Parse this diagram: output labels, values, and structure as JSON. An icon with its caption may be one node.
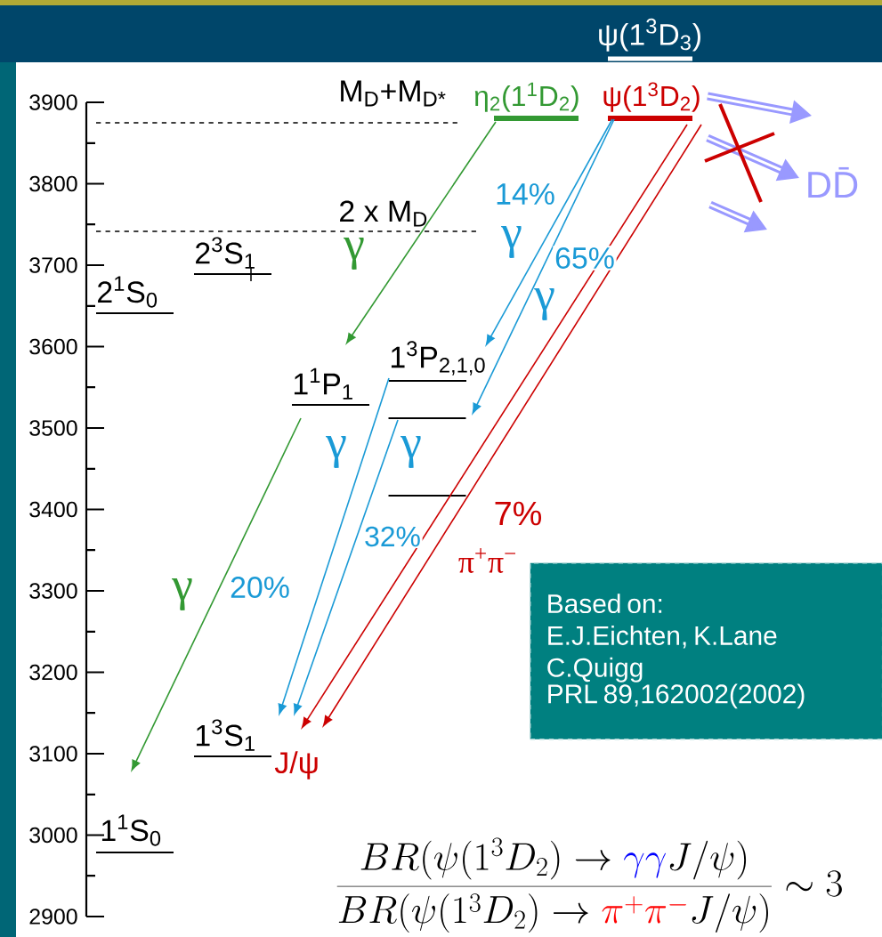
{
  "diagram": {
    "nodes": [
      {
        "text": [
          "ψ(1$^{3}$D$_{3}$)"
        ]
      },
      {
        "text": [
          "η$_{2}$(1$^{1}$D$_{2}$)"
        ]
      },
      {
        "text": [
          "ψ(1$^{3}$D$_{2}$)"
        ]
      },
      {
        "text": [
          "2$^{1}$S$_{0}$"
        ]
      },
      {
        "text": [
          "2$^{3}$S$_{1}$"
        ]
      },
      {
        "text": [
          "1$^{1}$P$_{1}$"
        ]
      },
      {
        "text": [
          "1$^{3}$P$_{2,1,0}$"
        ]
      },
      {
        "text": [],
        "shape": "bar"
      },
      {
        "text": [],
        "shape": "bar"
      },
      {
        "text": [
          "1$^{3}$S$_{1}$"
        ],
        "beside": [
          "J/ψ"
        ]
      },
      {
        "text": [
          "1$^{1}$S$_{0}$"
        ]
      },
      {
        "text": [
          "DD̄"
        ]
      },
      {
        "text": [
          "Based on:",
          "E.J.Eichten, K.Lane",
          "C.Quigg",
          "PRL 89,162002(2002)"
        ]
      }
    ],
    "edges": [
      {
        "from": 1,
        "to": 5,
        "arrow": "to",
        "color": "#339933"
      },
      {
        "from": 5,
        "to": 10,
        "arrow": "to",
        "color": "#339933"
      },
      {
        "from": 2,
        "to": 6,
        "arrow": "to",
        "label": "14%",
        "color": "#1a9ad6"
      },
      {
        "from": 2,
        "to": 7,
        "arrow": "to",
        "label": "65%",
        "color": "#1a9ad6"
      },
      {
        "from": 6,
        "to": 9,
        "arrow": "to",
        "label": "20%",
        "color": "#1a9ad6"
      },
      {
        "from": 7,
        "to": 9,
        "arrow": "to",
        "label": "32%",
        "color": "#1a9ad6"
      },
      {
        "from": 2,
        "to": 9,
        "arrow": "to",
        "label": "7%",
        "color": "#cc0000"
      },
      {
        "from": 2,
        "to": 9,
        "arrow": "to",
        "label": "π$^{+}$π$^{−}$",
        "color": "#cc0000"
      },
      {
        "from": 2,
        "to": null,
        "arrow": "to",
        "style": "thick",
        "color": "#9999ff"
      },
      {
        "from": 2,
        "to": 11,
        "arrow": "to",
        "style": "thick",
        "color": "#9999ff"
      },
      {
        "from": 2,
        "to": null,
        "arrow": "to",
        "style": "thick",
        "color": "#9999ff"
      }
    ],
    "labels": [
      "3900",
      "3800",
      "3700",
      "3600",
      "3500",
      "3400",
      "3300",
      "3200",
      "3100",
      "3000",
      "2900",
      "M$_{D}$+M$_{D*}$",
      "2 x M$_{D}$",
      "γ",
      "γ",
      "γ",
      "γ",
      "γ",
      "γ",
      "\\frac{BR(\\psi(1^{3}D_{2})\\to{\\color{blue}\\gamma\\gamma}J/\\psi)}{BR(\\psi(1^{3}D_{2})\\to{\\color{red}\\pi^{+}\\pi^{-}}J/\\psi)}\\sim 3"
    ]
  }
}
